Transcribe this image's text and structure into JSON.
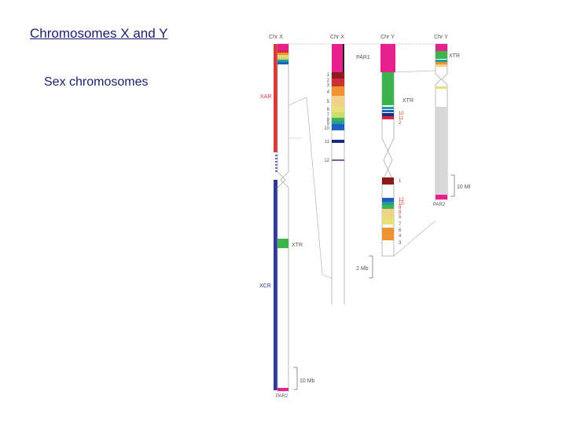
{
  "slide": {
    "title": "Chromosomes X and Y",
    "subtitle": "Sex chromosomes"
  },
  "figure": {
    "headers": [
      "Chr X",
      "Chr X",
      "Chr Y",
      "Chr Y"
    ],
    "labels": {
      "xar": "XAR",
      "xcr": "XCR",
      "xtr": "XTR",
      "par1": "PAR1",
      "par2": "PAR2",
      "scale_10mb": "10 Mb",
      "scale_2mb": "2 Mb"
    },
    "chrx_zoom_strata": [
      "1",
      "2",
      "3",
      "4",
      "5",
      "6",
      "7",
      "8",
      "9",
      "10",
      "11",
      "12"
    ],
    "chry_zoom_strata_top": [
      "10",
      "11",
      "2"
    ],
    "chry_zoom_strata_bottom": [
      "1",
      "12",
      "10",
      "9",
      "8",
      "5",
      "7",
      "6",
      "4",
      "3"
    ],
    "colors": {
      "par": "#e6208c",
      "xar": "#d83a3a",
      "xcr": "#2e3a96",
      "xtr": "#3cb44b",
      "strata_dark_red": "#8b1a1a",
      "strata_red": "#d7263d",
      "strata_orange": "#f0922f",
      "strata_yellow": "#f2d28a",
      "strata_lime": "#c8dd6a",
      "strata_teal": "#1e9ea0",
      "strata_blue": "#1f5fbf",
      "strata_navy": "#1c2a80",
      "strata_label_red": "#c0392b"
    }
  }
}
